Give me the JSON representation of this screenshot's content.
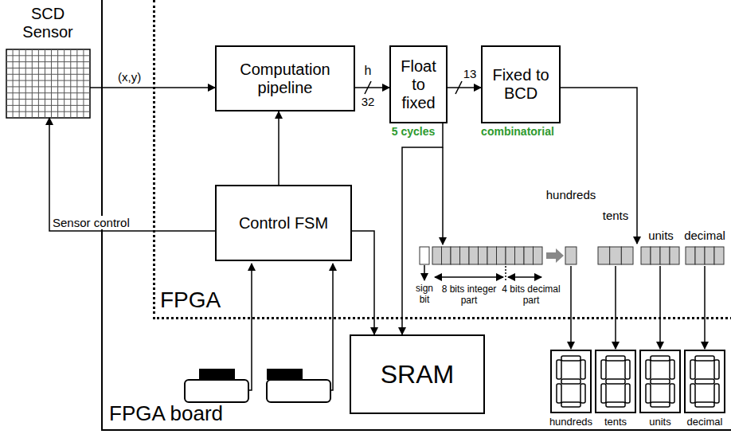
{
  "diagram": {
    "nodes": [
      {
        "text": [
          "SCD Sensor"
        ]
      },
      {
        "text": [
          "FPGA board"
        ]
      },
      {
        "text": [
          "FPGA"
        ],
        "in": 1
      },
      {
        "text": [
          "Computation pipeline"
        ],
        "in": 2
      },
      {
        "text": [
          "Float to fixed"
        ],
        "in": 2
      },
      {
        "text": [
          "Fixed to BCD"
        ],
        "in": 2
      },
      {
        "text": [
          "Control FSM"
        ],
        "in": 2
      },
      {
        "text": [
          "SRAM"
        ],
        "in": 1
      }
    ],
    "edges": [
      {
        "from": 0,
        "to": 3,
        "label": "(x,y)",
        "arrow": "to"
      },
      {
        "from": 6,
        "to": 0,
        "label": "Sensor control",
        "arrow": "to"
      },
      {
        "from": 6,
        "to": 3,
        "arrow": "to"
      },
      {
        "from": 3,
        "to": 4,
        "arrow": "to"
      },
      {
        "from": 4,
        "to": 5,
        "arrow": "to"
      },
      {
        "from": 6,
        "to": 7,
        "arrow": "to"
      },
      {
        "from": 4,
        "to": 7,
        "arrow": "to"
      }
    ],
    "labels": [
      "h",
      "32",
      "13",
      "5 cycles",
      "combinatorial",
      "hundreds",
      "tents",
      "units",
      "decimal",
      "sign bit",
      "8 bits integer part",
      "4 bits decimal part",
      "hundreds",
      "tents",
      "units",
      "decimal"
    ]
  }
}
